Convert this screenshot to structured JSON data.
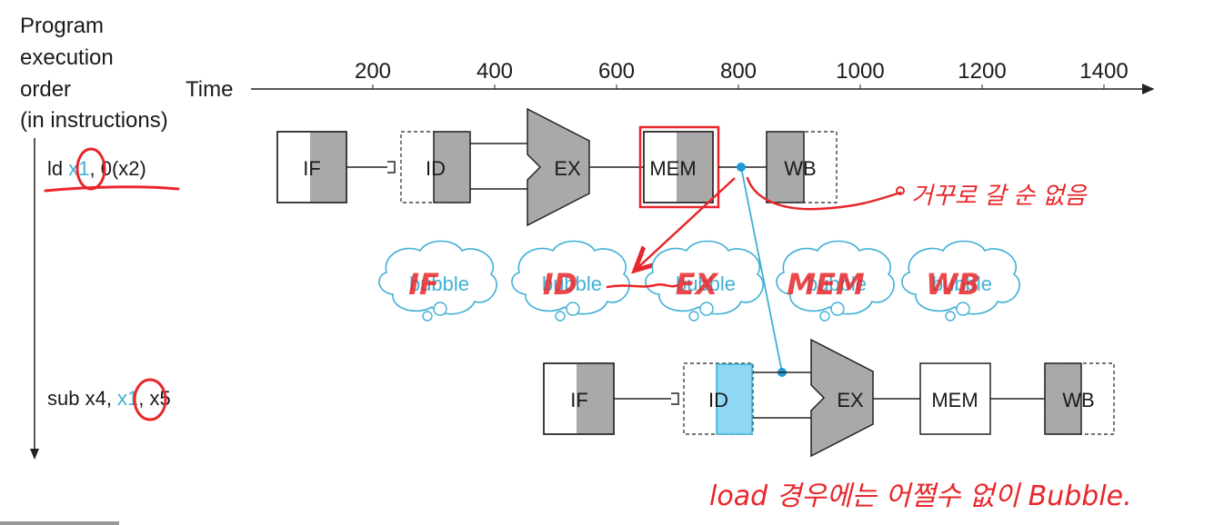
{
  "header": {
    "order_label": [
      "Program",
      "execution",
      "order",
      "(in instructions)"
    ],
    "time_label": "Time",
    "ticks": [
      "200",
      "400",
      "600",
      "800",
      "1000",
      "1200",
      "1400"
    ]
  },
  "instructions": {
    "ld": {
      "op": "ld ",
      "reg": "x1",
      "rest": ", 0(x2)"
    },
    "sub": {
      "op": "sub x4, ",
      "reg": "x1",
      "rest": ", x5"
    }
  },
  "stages": {
    "if": "IF",
    "id": "ID",
    "ex": "EX",
    "mem": "MEM",
    "wb": "WB"
  },
  "bubbles": {
    "word": "bubble",
    "handwritten": [
      "IF",
      "ID",
      "EX",
      "MEM",
      "WB"
    ]
  },
  "annotations": {
    "note_right": "거꾸로 갈 순 없음",
    "note_bottom": "load 경우에는 어쩔수 없이 Bubble."
  },
  "colors": {
    "shade": "#a9a9a9",
    "forward_line": "#3fb0d6",
    "id_highlight": "#8fd8f5",
    "handwriting": "#e8262b"
  }
}
